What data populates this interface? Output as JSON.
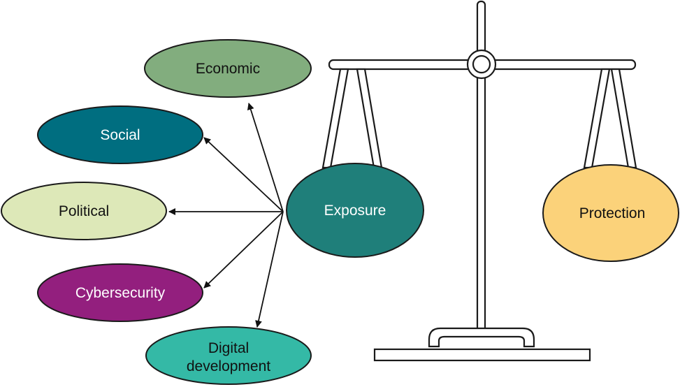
{
  "scale": {
    "left_pan": {
      "label": "Exposure",
      "fill": "#1f7f7a",
      "text_color": "#ffffff"
    },
    "right_pan": {
      "label": "Protection",
      "fill": "#fbd27a",
      "text_color": "#111111"
    }
  },
  "factors": [
    {
      "key": "economic",
      "label": "Economic",
      "fill": "#82ad7e",
      "text_color": "#111111"
    },
    {
      "key": "social",
      "label": "Social",
      "fill": "#006e80",
      "text_color": "#ffffff"
    },
    {
      "key": "political",
      "label": "Political",
      "fill": "#dde8b8",
      "text_color": "#111111"
    },
    {
      "key": "cybersecurity",
      "label": "Cybersecurity",
      "fill": "#931f7e",
      "text_color": "#ffffff"
    },
    {
      "key": "digital",
      "label_line1": "Digital",
      "label_line2": "development",
      "fill": "#34b9a6",
      "text_color": "#111111"
    }
  ]
}
